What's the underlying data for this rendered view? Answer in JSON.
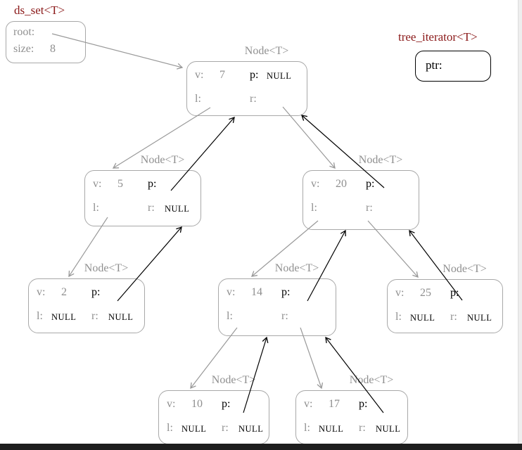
{
  "colors": {
    "struct_title": "#8b1a1a",
    "muted": "#8f8f8f",
    "ink": "#000000",
    "box_border": "#a8a8a8",
    "child_arrow": "#999999",
    "parent_arrow": "#000000",
    "bottom_bar": "#1e1e1e"
  },
  "ds_set": {
    "title": "ds_set<T>",
    "root_label": "root:",
    "size_label": "size:",
    "size_value": "8"
  },
  "tree_iterator": {
    "title": "tree_iterator<T>",
    "ptr_label": "ptr:"
  },
  "node_title": "Node<T>",
  "node_labels": {
    "v": "v:",
    "p": "p:",
    "l": "l:",
    "r": "r:"
  },
  "nodes": [
    {
      "id": "7",
      "v": "7",
      "p": "NULL",
      "l": "",
      "r": ""
    },
    {
      "id": "5",
      "v": "5",
      "p": "",
      "l": "",
      "r": "NULL"
    },
    {
      "id": "20",
      "v": "20",
      "p": "",
      "l": "",
      "r": ""
    },
    {
      "id": "2",
      "v": "2",
      "p": "",
      "l": "NULL",
      "r": "NULL"
    },
    {
      "id": "14",
      "v": "14",
      "p": "",
      "l": "",
      "r": ""
    },
    {
      "id": "25",
      "v": "25",
      "p": "",
      "l": "NULL",
      "r": "NULL"
    },
    {
      "id": "10",
      "v": "10",
      "p": "",
      "l": "NULL",
      "r": "NULL"
    },
    {
      "id": "17",
      "v": "17",
      "p": "",
      "l": "NULL",
      "r": "NULL"
    }
  ],
  "edges": [
    {
      "from": "ds_set.root",
      "to": "node-7",
      "kind": "child",
      "color": "#999999"
    },
    {
      "from": "node-7.l",
      "to": "node-5",
      "kind": "child",
      "color": "#999999"
    },
    {
      "from": "node-7.r",
      "to": "node-20",
      "kind": "child",
      "color": "#999999"
    },
    {
      "from": "node-5.l",
      "to": "node-2",
      "kind": "child",
      "color": "#999999"
    },
    {
      "from": "node-20.l",
      "to": "node-14",
      "kind": "child",
      "color": "#999999"
    },
    {
      "from": "node-20.r",
      "to": "node-25",
      "kind": "child",
      "color": "#999999"
    },
    {
      "from": "node-14.l",
      "to": "node-10",
      "kind": "child",
      "color": "#999999"
    },
    {
      "from": "node-14.r",
      "to": "node-17",
      "kind": "child",
      "color": "#999999"
    },
    {
      "from": "node-5.p",
      "to": "node-7",
      "kind": "parent",
      "color": "#000000"
    },
    {
      "from": "node-20.p",
      "to": "node-7",
      "kind": "parent",
      "color": "#000000"
    },
    {
      "from": "node-2.p",
      "to": "node-5",
      "kind": "parent",
      "color": "#000000"
    },
    {
      "from": "node-14.p",
      "to": "node-20",
      "kind": "parent",
      "color": "#000000"
    },
    {
      "from": "node-25.p",
      "to": "node-20",
      "kind": "parent",
      "color": "#000000"
    },
    {
      "from": "node-10.p",
      "to": "node-14",
      "kind": "parent",
      "color": "#000000"
    },
    {
      "from": "node-17.p",
      "to": "node-14",
      "kind": "parent",
      "color": "#000000"
    }
  ]
}
